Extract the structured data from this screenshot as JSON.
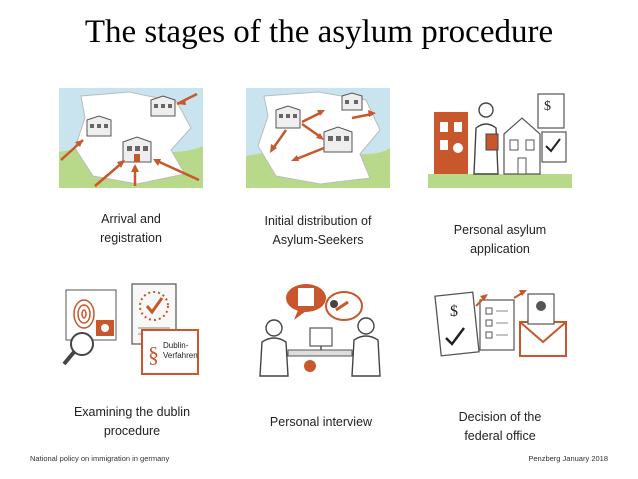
{
  "title": "The stages of the asylum procedure",
  "stages": [
    {
      "label": "Arrival and\nregistration"
    },
    {
      "label": "Initial distribution of\nAsylum-Seekers"
    },
    {
      "label": "Personal asylum\napplication"
    },
    {
      "label": "Examining the dublin\nprocedure"
    },
    {
      "label": "Personal interview"
    },
    {
      "label": "Decision of the\nfederal office"
    }
  ],
  "dublin_sign": "Dublin-\nVerfahren",
  "footer": {
    "left": "National policy on immigration in germany",
    "right": "Penzberg January 2018"
  },
  "colors": {
    "accent": "#c8572b",
    "sky": "#c9e3ef",
    "grass": "#b9d98a"
  }
}
